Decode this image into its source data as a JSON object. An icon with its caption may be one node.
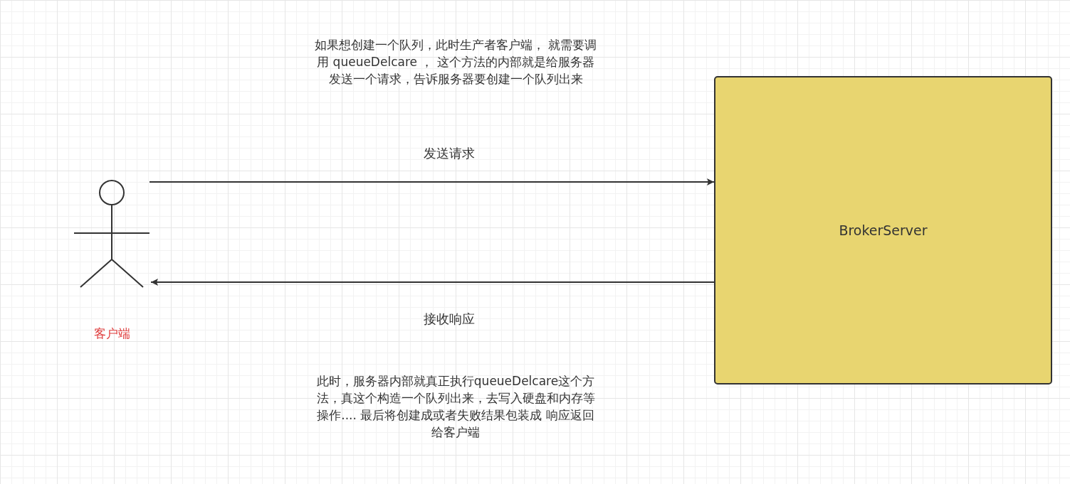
{
  "diagram": {
    "nodes": [
      {
        "text": [],
        "shape": "person",
        "beside": [
          "客户端"
        ]
      },
      {
        "text": [
          "BrokerServer"
        ]
      }
    ],
    "edges": [
      {
        "from": 0,
        "to": 1,
        "arrow": "to",
        "label": "发送请求"
      },
      {
        "from": 1,
        "to": 0,
        "arrow": "to",
        "label": "接收响应"
      }
    ],
    "labels": [
      "如果想创建一个队列，此时生产者客户端， 就需要调用 queueDelcare ， 这个方法的内部就是给服务器发送一个请求，告诉服务器要创建一个队列出来",
      "此时，服务器内部就真正执行queueDelcare这个方法，真这个构造一个队列出来，去写入硬盘和内存等操作.... 最后将创建成或者失败结果包装成 响应返回给客户端"
    ]
  }
}
